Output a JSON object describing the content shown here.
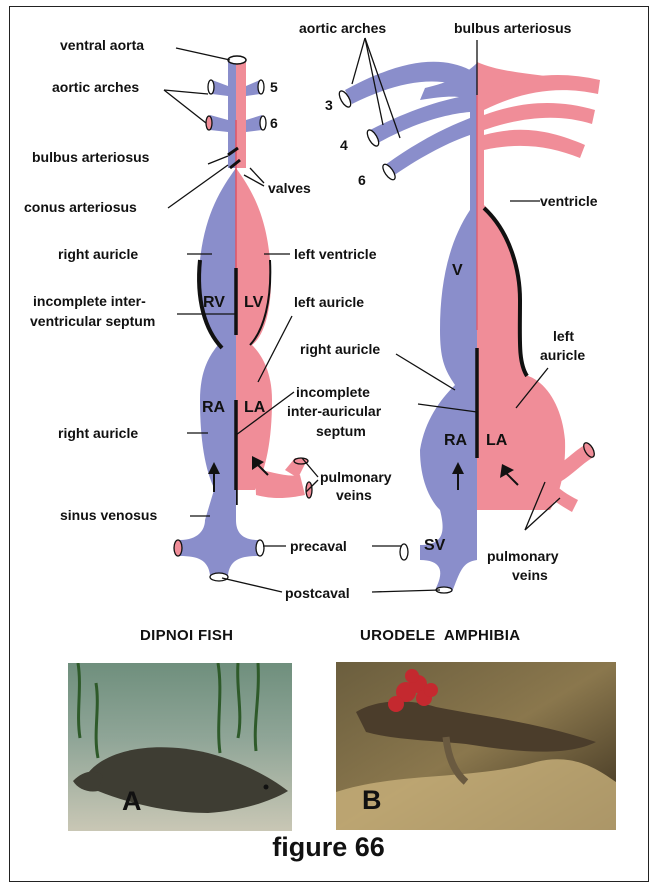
{
  "left_diagram": {
    "labels": {
      "ventral_aorta": "ventral aorta",
      "aortic_arches": "aortic arches",
      "num5": "5",
      "num6": "6",
      "bulbus_arteriosus": "bulbus arteriosus",
      "conus_arteriosus": "conus arteriosus",
      "valves": "valves",
      "right_auricle_top": "right auricle",
      "left_ventricle": "left ventricle",
      "incomplete_iv_1": "incomplete inter-",
      "incomplete_iv_2": "ventricular septum",
      "left_auricle": "left auricle",
      "right_auricle_bottom": "right auricle",
      "incomplete_ia_1": "incomplete",
      "incomplete_ia_2": "inter-auricular",
      "incomplete_ia_3": "septum",
      "pulmonary_1": "pulmonary",
      "pulmonary_2": "veins",
      "sinus_venosus": "sinus venosus",
      "precaval": "precaval",
      "postcaval": "postcaval"
    },
    "chambers": {
      "rv": "RV",
      "lv": "LV",
      "ra": "RA",
      "la": "LA"
    }
  },
  "right_diagram": {
    "labels": {
      "aortic_arches": "aortic arches",
      "bulbus_arteriosus": "bulbus arteriosus",
      "num3": "3",
      "num4": "4",
      "num6": "6",
      "ventricle": "ventricle",
      "right_auricle": "right auricle",
      "left_auricle_1": "left",
      "left_auricle_2": "auricle",
      "pulmonary_1": "pulmonary",
      "pulmonary_2": "veins"
    },
    "chambers": {
      "v": "V",
      "ra": "RA",
      "la": "LA",
      "sv": "SV"
    }
  },
  "photos": {
    "left_caption": "DIPNOI FISH",
    "right_caption": "URODELE  AMPHIBIA",
    "left_letter": "A",
    "right_letter": "B"
  },
  "figure_title": "figure 66",
  "colors": {
    "deoxygenated": "#8a8ecb",
    "oxygenated": "#f08d98",
    "outline": "#111111"
  }
}
